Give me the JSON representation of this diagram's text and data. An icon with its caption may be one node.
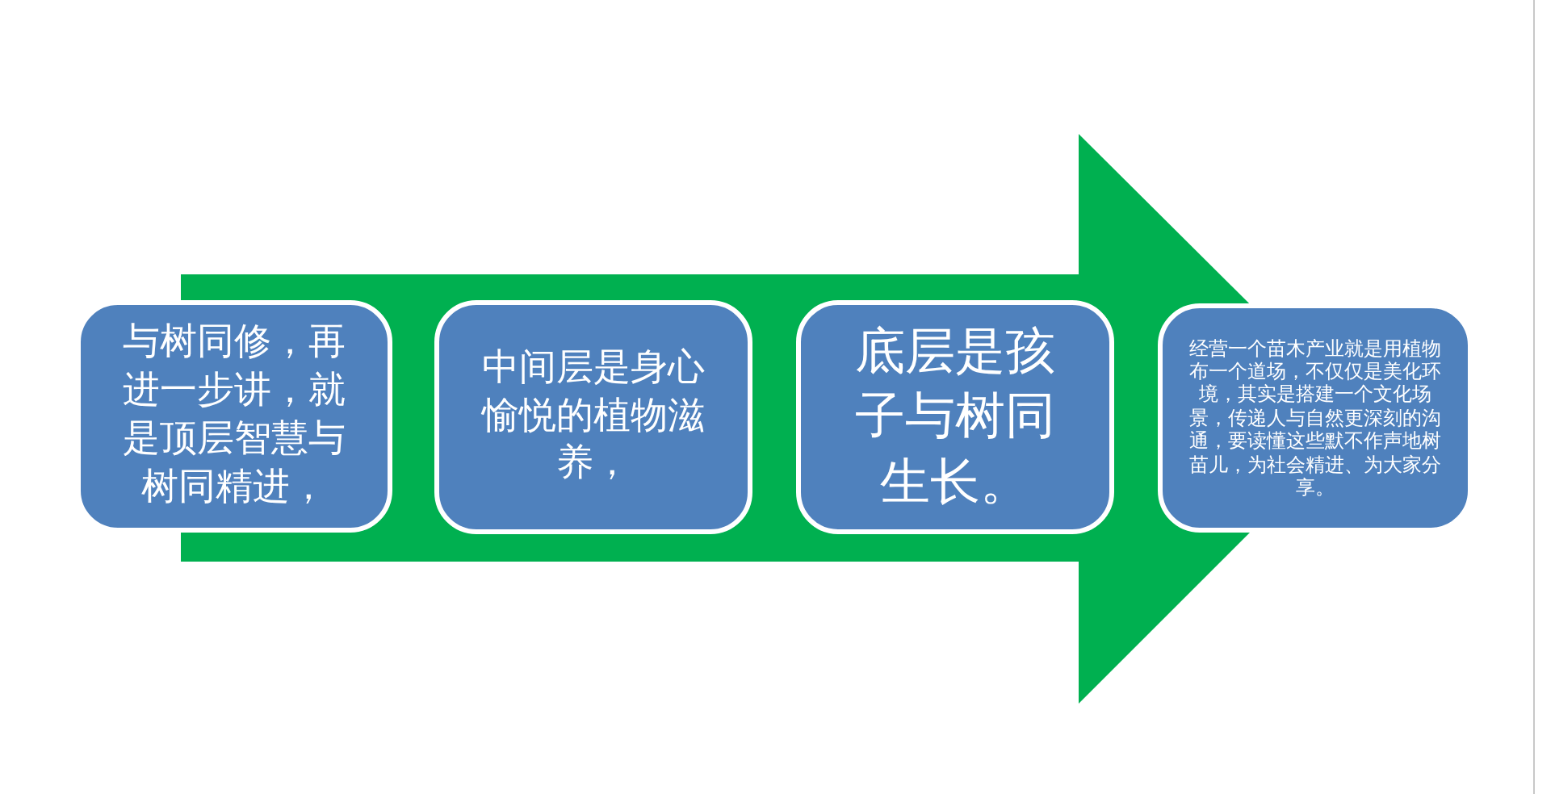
{
  "diagram": {
    "nodes": [
      {
        "text": [
          "与树同修，再进一步讲，就是顶层智慧与树同精进，"
        ]
      },
      {
        "text": [
          "中间层是身心愉悦的植物滋养，"
        ]
      },
      {
        "text": [
          "底层是孩子与树同生长。"
        ]
      },
      {
        "text": [
          "经营一个苗木产业就是用植物布一个道场，不仅仅是美化环境，其实是搭建一个文化场景，传递人与自然更深刻的沟通，要读懂这些默不作声地树苗儿，为社会精进、为大家分享。"
        ]
      }
    ],
    "edges": [
      {
        "from": 0,
        "to": 3,
        "arrow": "to",
        "style": "thick",
        "color": "#00b050"
      }
    ]
  }
}
